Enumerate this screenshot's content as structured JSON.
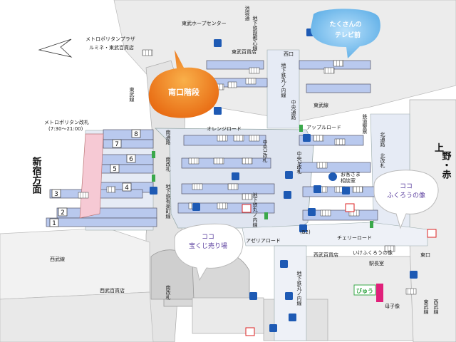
{
  "labels": {
    "metropolitan_plaza": "メトロポリタンプラザ",
    "lumine_tobu": "ルミネ・東武百貨店",
    "metro_gate": "メトロポリタン改札",
    "metro_gate_hours": "(7:30～21:00)",
    "shinjuku_dir": "新宿方面",
    "ueno_dir_1": "上",
    "ueno_dir_2": "野・赤",
    "tobu_hope_center": "東武ホープセンター",
    "tobu_dept_top": "東武百貨店",
    "tobu_line_left": "東武線",
    "tobu_line_mid": "東武線",
    "orange_road": "オレンジロード",
    "apple_road": "アップルロード",
    "cherry_road": "チェリーロード",
    "azalea_road": "アゼリアロード",
    "seibu_line": "西武線",
    "seibu_dept_left": "西武百貨店",
    "seibu_dept_right": "西武百貨店",
    "ikefukuro": "いけふくろうの像",
    "station_master": "駅長室",
    "boshi_zo": "母子像",
    "nishi_guchi": "西口",
    "higashi_guchi": "東口",
    "customer_desk_1": "お客さま",
    "customer_desk_2": "相談室",
    "tetsudo_keisatsu": "鉄道警察",
    "b2": "(B2)",
    "v_fukutoshin": "地下鉄副都心線",
    "v_ikebukuro_dori": "池袋通",
    "v_marunouchi_top": "地下鉄丸ノ内線",
    "v_minami_dori": "南通路",
    "v_minami_gate": "南改札",
    "v_yurakucho": "地下鉄有楽町線",
    "v_chuo_dori_top": "中央通路",
    "v_chuo1": "中央1改札",
    "v_chuo2": "中央2改札",
    "v_kita_dori": "北通路",
    "v_kita_gate": "北改札",
    "v_marunouchi_mid": "地下鉄丸ノ内線",
    "v_marunouchi_bottom": "地下鉄丸ノ内線",
    "v_minami_gate_bottom": "南改札",
    "v_tobu_line_right": "東武線",
    "v_seibu_line_right": "西武線",
    "jp_logo": "びゅう"
  },
  "platforms": [
    "1",
    "2",
    "3",
    "4",
    "5",
    "6",
    "7",
    "8"
  ],
  "callouts": {
    "south_stairs": "南口階段",
    "tv_1": "たくさんの",
    "tv_2": "テレビ前",
    "owl_1": "ココ",
    "owl_2": "ふくろうの像",
    "lottery_1": "ココ",
    "lottery_2": "宝くじ売り場"
  },
  "icons": [
    "stairs-icon",
    "elevator-icon",
    "toilet-icon",
    "info-icon",
    "exit-icon",
    "accessibility-icon"
  ],
  "colors": {
    "platform_fill": "#b9c9ee",
    "corridor_fill": "#dfe5f0",
    "building_fill": "#e7e7e7",
    "info_blue": "#1e5ab4",
    "gate_green": "#3aa84a",
    "south_bubble": "#f28c1e",
    "tv_bubble": "#5ab0e8",
    "seibu_pink": "#e0207a"
  }
}
